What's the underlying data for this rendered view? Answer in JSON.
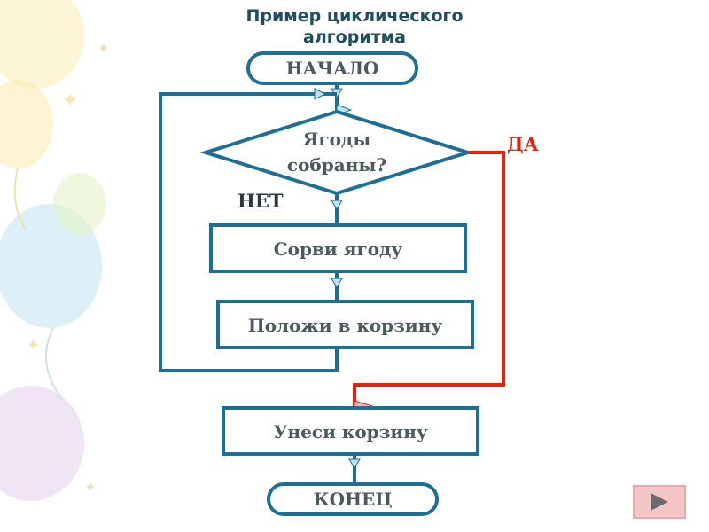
{
  "title": "Пример циклического алгоритма",
  "nodes": {
    "start": "НАЧАЛО",
    "condition": "Ягоды собраны?",
    "step1": "Сорви ягоду",
    "step2": "Положи в корзину",
    "step3": "Унеси корзину",
    "end": "КОНЕЦ"
  },
  "branches": {
    "yes": "ДА",
    "no": "НЕТ"
  },
  "colors": {
    "flow": "#1e6f95",
    "yes_path": "#e8210e",
    "title": "#1f4e62",
    "node_text": "#4a5a5f"
  },
  "icons": {
    "next": "next-slide-arrow-icon"
  }
}
